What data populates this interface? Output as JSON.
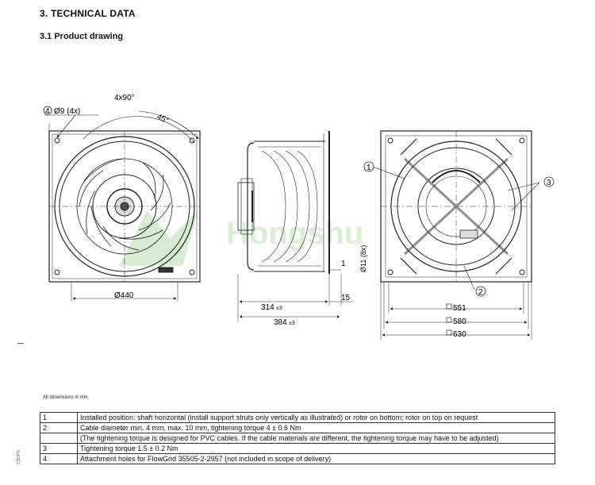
{
  "section_title": "3. TECHNICAL DATA",
  "subsection_title": "3.1 Product drawing",
  "drawing": {
    "callout_4": "4",
    "hole_spec": "Ø9 (4x)",
    "angle_4x90": "4x90°",
    "angle_45": "45°",
    "dia_440": "Ø440",
    "dim_314": "314",
    "dim_314_tol": "±3",
    "dim_384": "384",
    "dim_384_tol": "±3",
    "dim_15": "15",
    "dim_1": "1",
    "dim_11": "Ø11 (8x)",
    "sq_551": "551",
    "sq_580": "580",
    "sq_630": "630",
    "callout_1": "1",
    "callout_2": "2",
    "callout_3": "3",
    "watermark": "Hongshu"
  },
  "dimensions_note": "All dimensions in mm.",
  "side_text": "ctions",
  "notes": [
    {
      "num": "1",
      "text": "Installed position: shaft horizontal (install support struts only vertically as illustrated) or rotor on bottom; rotor on top on request"
    },
    {
      "num": "2",
      "text": "Cable diameter min. 4 mm, max. 10 mm, tightening torque 4 ± 0.6 Nm"
    },
    {
      "num": "",
      "text": "(The tightening torque is designed for PVC cables. If the cable materials are different, the tightening torque may have to be adjusted)"
    },
    {
      "num": "3",
      "text": "Tightening torque 1.5 ± 0.2 Nm"
    },
    {
      "num": "4",
      "text": "Attachment holes for FlowGrid 35505-2-2957 (not included in scope of delivery)"
    }
  ]
}
